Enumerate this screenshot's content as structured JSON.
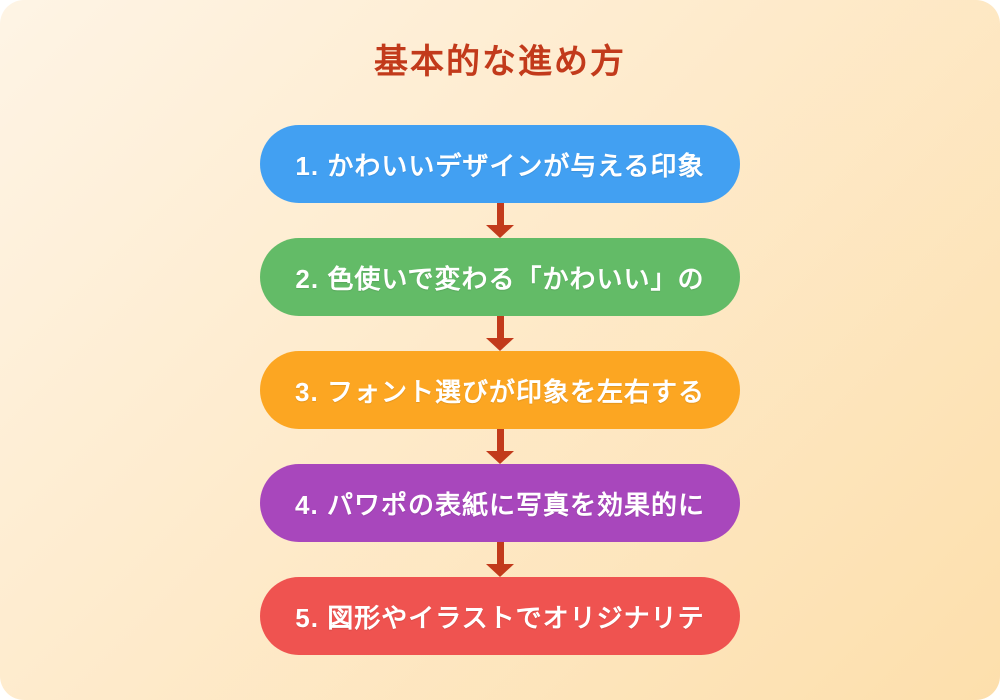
{
  "title": "基本的な進め方",
  "colors": {
    "background_start": "#FEF4E5",
    "background_end": "#FDDFAC",
    "title": "#C23A1B",
    "arrow": "#C23A1B",
    "step_text": "#FFFFFF"
  },
  "steps": [
    {
      "label": "1. かわいいデザインが与える印象",
      "color": "#42A0F2"
    },
    {
      "label": "2. 色使いで変わる「かわいい」の",
      "color": "#63BB67"
    },
    {
      "label": "3. フォント選びが印象を左右する",
      "color": "#FCA622"
    },
    {
      "label": "4. パワポの表紙に写真を効果的に",
      "color": "#A847BC"
    },
    {
      "label": "5. 図形やイラストでオリジナリテ",
      "color": "#EF5350"
    }
  ],
  "arrow_icon": "down-arrow"
}
